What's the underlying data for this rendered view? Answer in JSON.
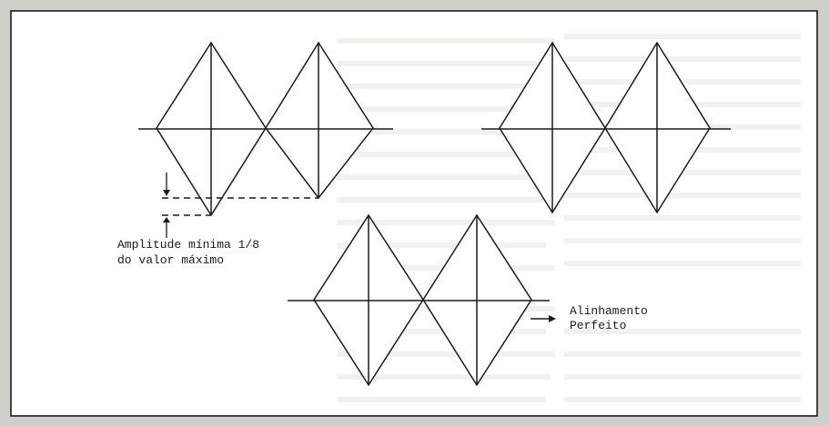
{
  "annotations": {
    "amplitude_line1": "Amplitude mínima 1/8",
    "amplitude_line2": "do valor máximo",
    "alignment_line1": "Alinhamento",
    "alignment_line2": "Perfeito"
  },
  "colors": {
    "background": "#cfcfcb",
    "panel": "#ffffff",
    "ink": "#1a1a1a"
  }
}
